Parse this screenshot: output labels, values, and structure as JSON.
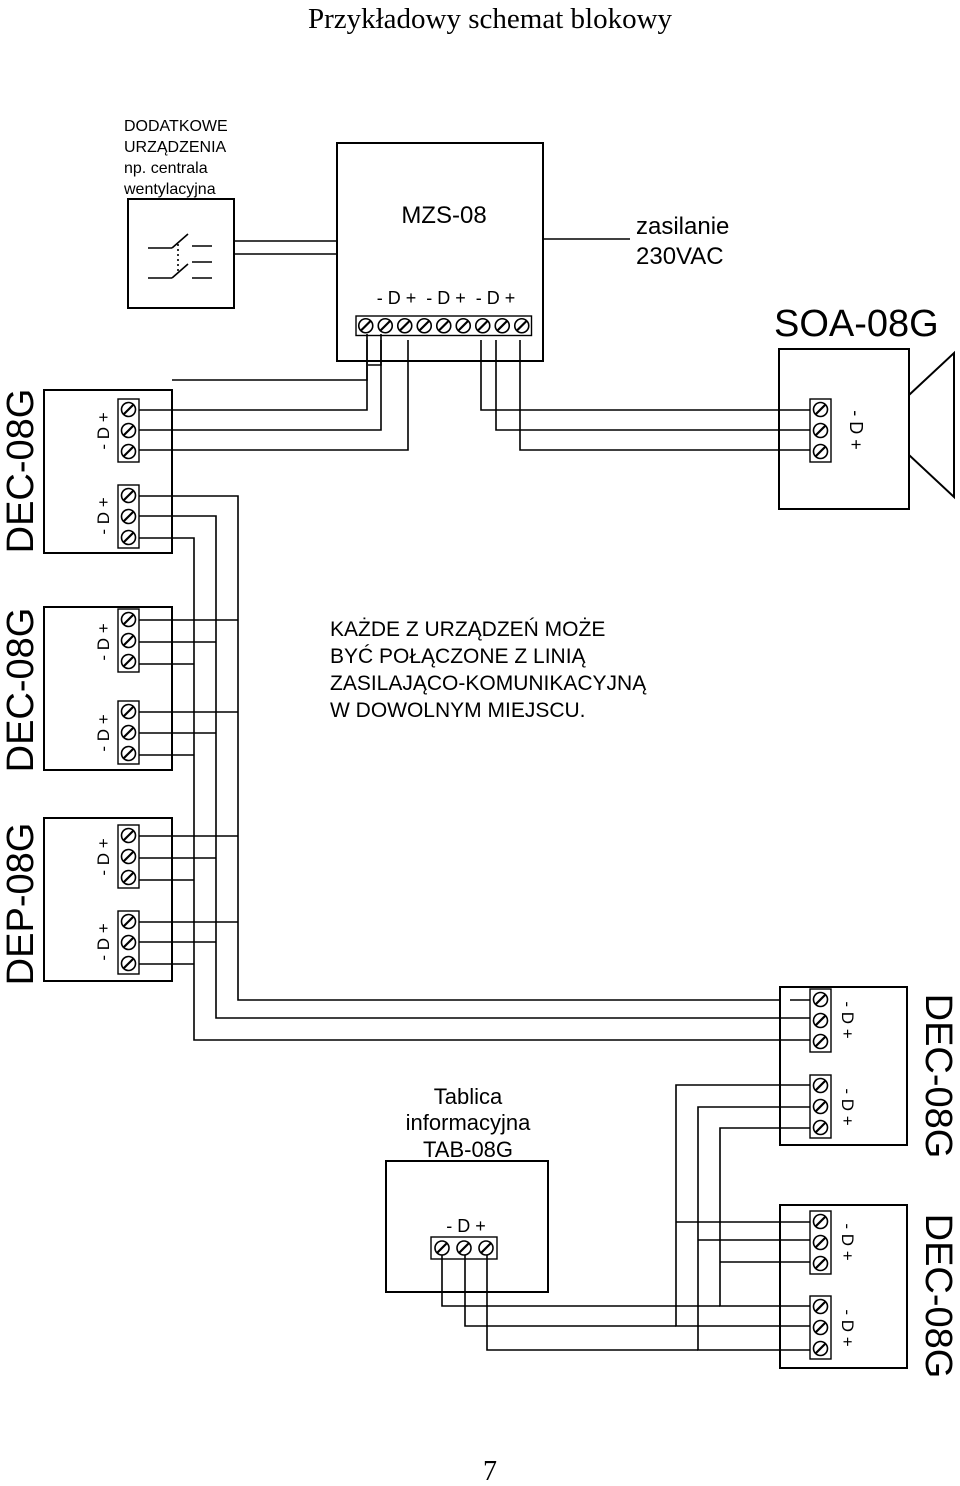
{
  "page_title": "Przykładowy schemat blokowy",
  "page_number": "7",
  "devices": {
    "extra": {
      "line1": "DODATKOWE",
      "line2": "URZĄDZENIA",
      "line3": "np. centrala",
      "line4": "wentylacyjna"
    },
    "mzs": {
      "name": "MZS-08",
      "terminals": "- D +  - D +  - D +"
    },
    "power": {
      "line1": "zasilanie",
      "line2": "230VAC"
    },
    "soa": {
      "name": "SOA-08G",
      "terminals": "- D +"
    },
    "dec_left_1": {
      "name": "DEC-08G"
    },
    "dec_left_2": {
      "name": "DEC-08G"
    },
    "dep": {
      "name": "DEP-08G"
    },
    "dec_right_1": {
      "name": "DEC-08G"
    },
    "dec_right_2": {
      "name": "DEC-08G"
    },
    "tab": {
      "line1": "Tablica",
      "line2": "informacyjna",
      "line3": "TAB-08G",
      "terminals": "- D +"
    },
    "terminal_label": "- D +"
  },
  "note": {
    "line1": "KAŻDE Z URZĄDZEŃ MOŻE",
    "line2": "BYĆ POŁĄCZONE Z LINIĄ",
    "line3": "ZASILAJĄCO-KOMUNIKACYJNĄ",
    "line4": "W DOWOLNYM MIEJSCU."
  }
}
